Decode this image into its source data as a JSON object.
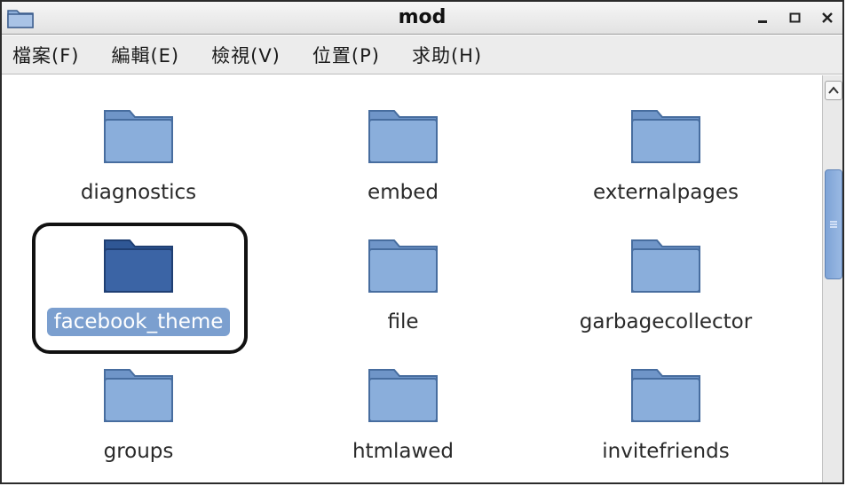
{
  "window": {
    "title": "mod"
  },
  "menu": [
    {
      "label": "檔案(F)"
    },
    {
      "label": "編輯(E)"
    },
    {
      "label": "檢視(V)"
    },
    {
      "label": "位置(P)"
    },
    {
      "label": "求助(H)"
    }
  ],
  "folders": [
    {
      "name": "diagnostics"
    },
    {
      "name": "embed"
    },
    {
      "name": "externalpages"
    },
    {
      "name": "facebook_theme",
      "selected": true
    },
    {
      "name": "file"
    },
    {
      "name": "garbagecollector"
    },
    {
      "name": "groups"
    },
    {
      "name": "htmlawed"
    },
    {
      "name": "invitefriends"
    }
  ],
  "colors": {
    "folder": "#7fa3d1",
    "folder_selected": "#3b64a5",
    "selection": "#7b9fcf"
  }
}
